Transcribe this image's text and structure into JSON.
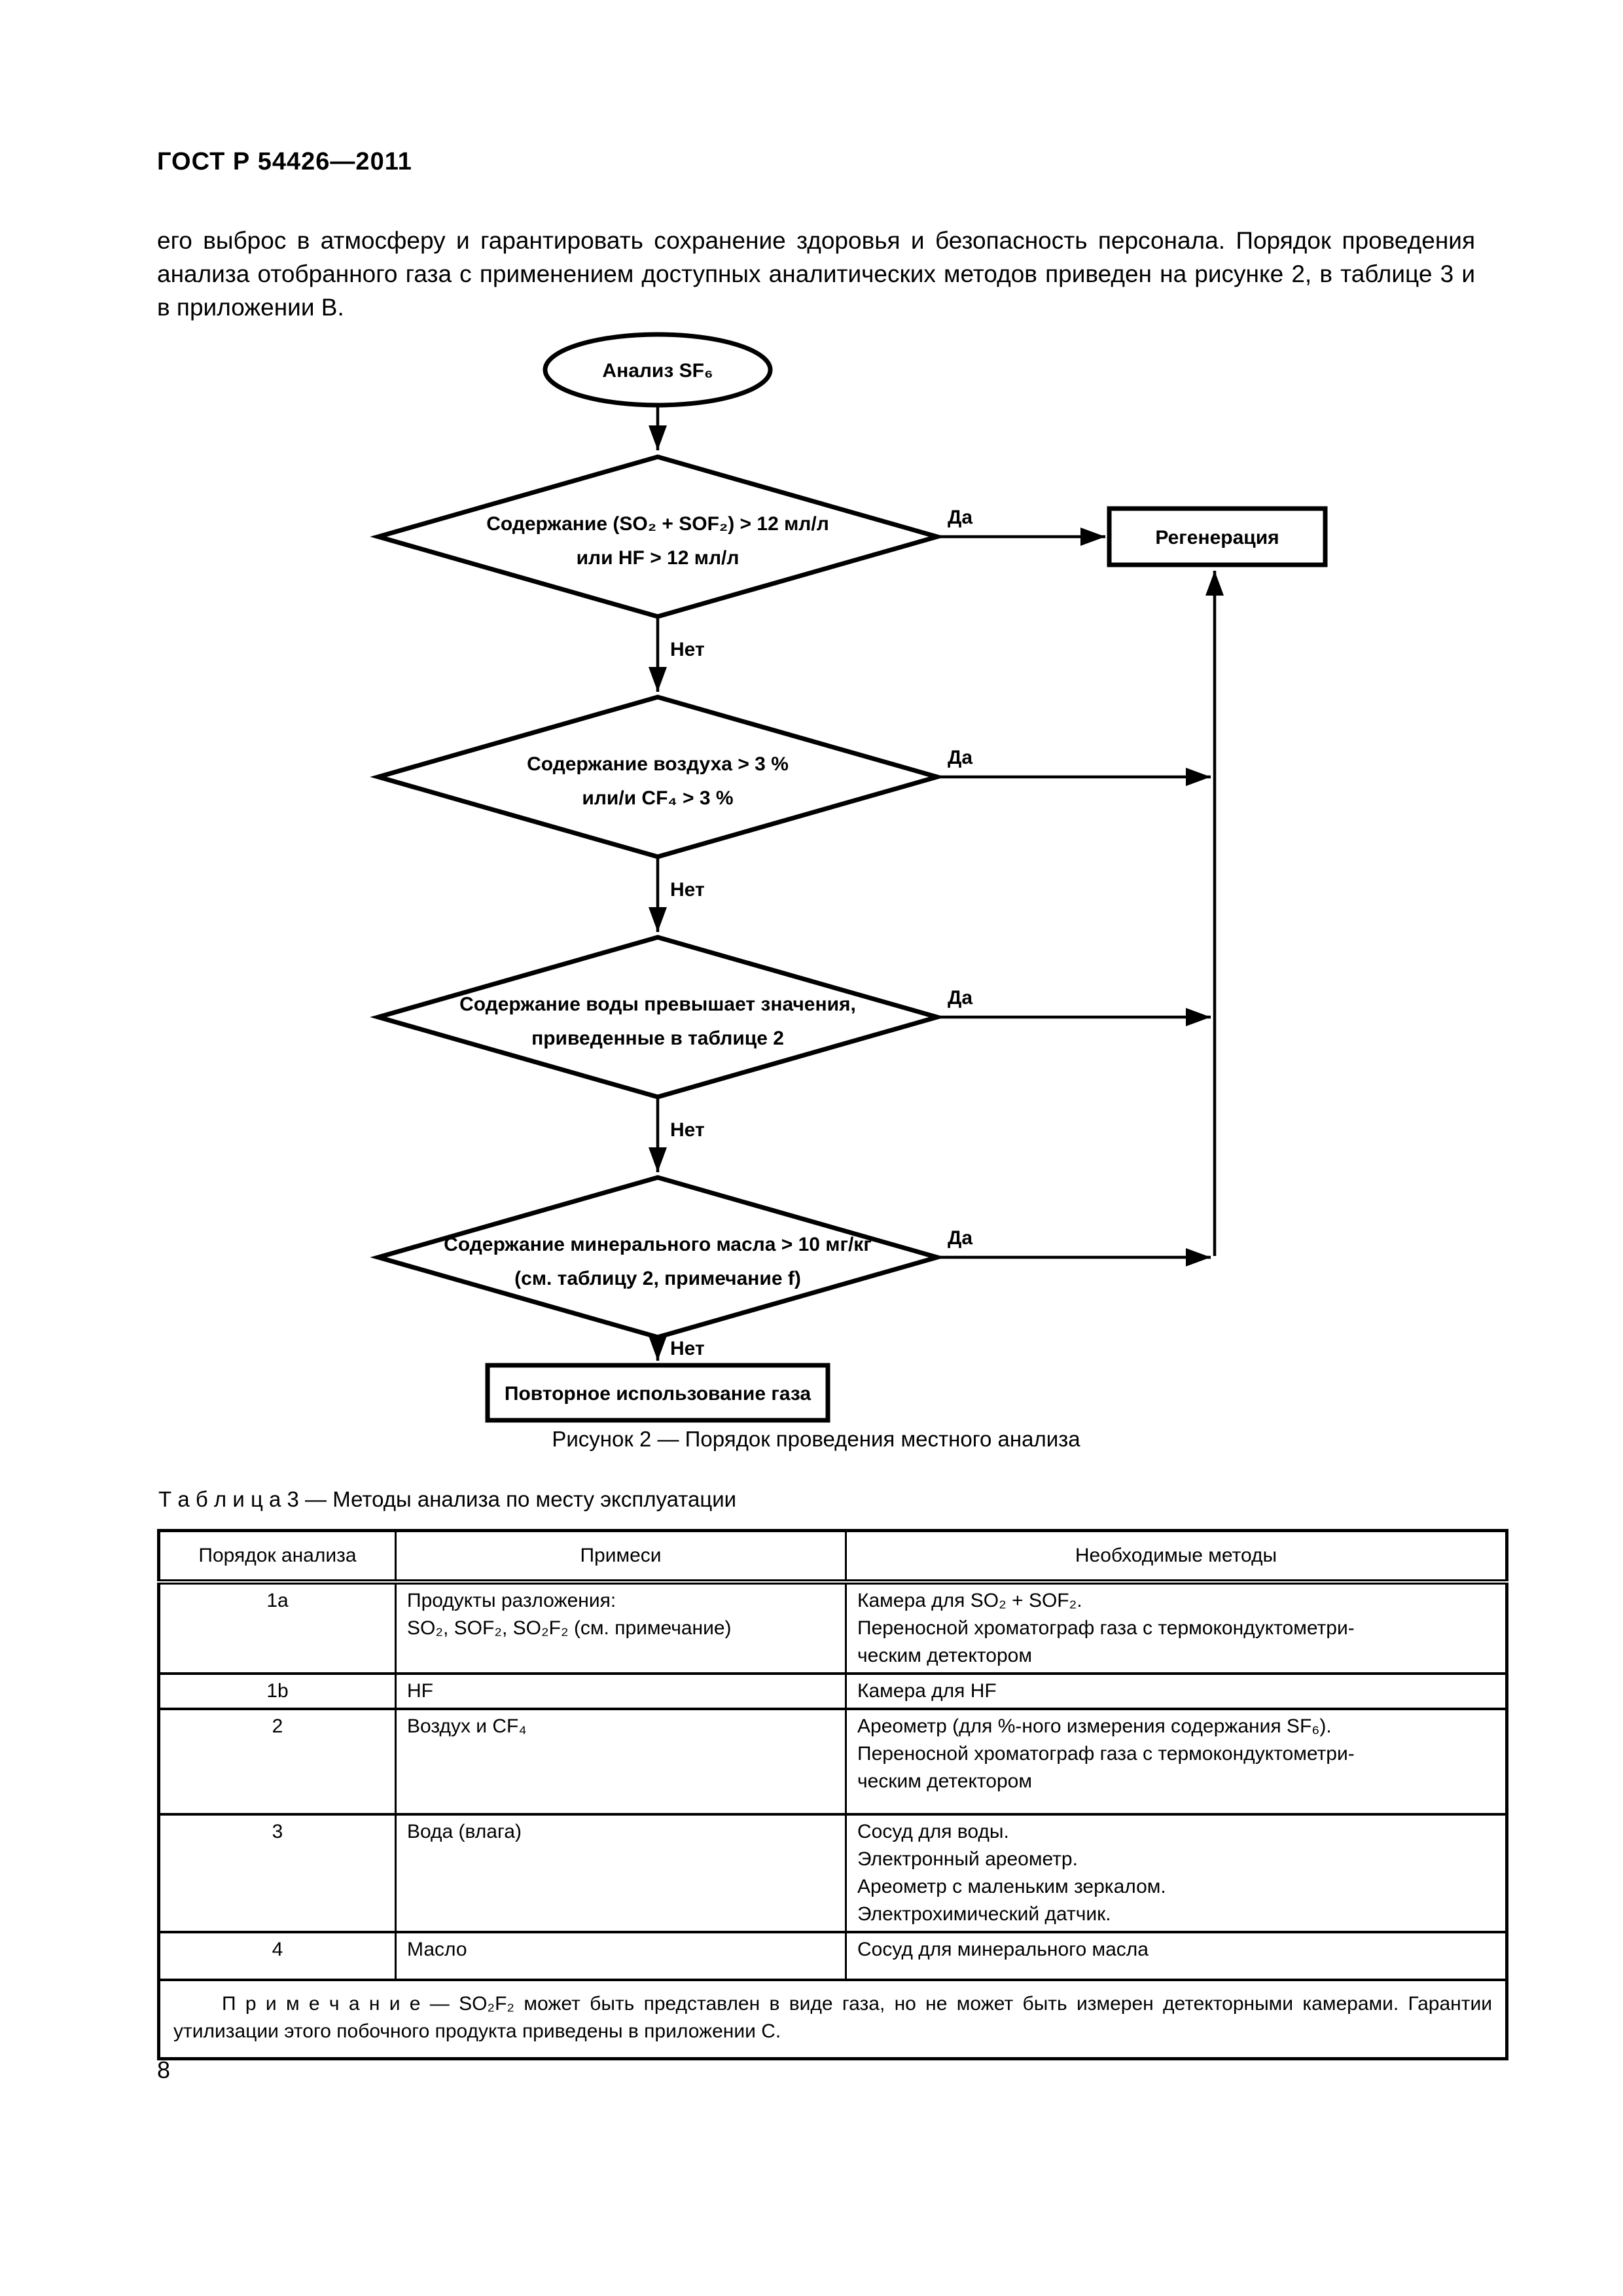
{
  "page": {
    "header": "ГОСТ Р 54426—2011",
    "intro_paragraph": "его выброс в атмосферу и гарантировать сохранение здоровья и безопасность персонала. Порядок проведения анализа отобранного газа с применением доступных аналитических методов приведен на рисунке 2, в таблице 3 и в приложении В.",
    "page_number": "8"
  },
  "flowchart": {
    "start_label": "Анализ SF₆",
    "yes_label": "Да",
    "no_label": "Нет",
    "decisions": [
      {
        "line1": "Содержание (SO₂ + SOF₂) > 12 мл/л",
        "line2": "или HF > 12 мл/л"
      },
      {
        "line1": "Содержание воздуха > 3 %",
        "line2": "или/и CF₄ > 3 %"
      },
      {
        "line1": "Содержание воды превышает значения,",
        "line2": "приведенные в таблице 2"
      },
      {
        "line1": "Содержание минерального масла > 10 мг/кг",
        "line2": "(см. таблицу 2, примечание f)"
      }
    ],
    "regeneration_label": "Регенерация",
    "reuse_label": "Повторное использование газа",
    "caption": "Рисунок 2 — Порядок проведения местного анализа"
  },
  "table": {
    "title": "Т а б л и ц а  3 — Методы анализа по месту эксплуатации",
    "headers": [
      "Порядок анализа",
      "Примеси",
      "Необходимые методы"
    ],
    "rows": [
      {
        "order": "1a",
        "impurity": "Продукты разложения:\nSO₂, SOF₂, SO₂F₂ (см. примечание)",
        "methods": "Камера для SO₂ + SOF₂.\nПереносной хроматограф газа с термокондуктометри-\nческим детектором"
      },
      {
        "order": "1b",
        "impurity": "HF",
        "methods": "Камера для HF"
      },
      {
        "order": "2",
        "impurity": "Воздух и CF₄",
        "methods": "Ареометр (для %-ного измерения содержания SF₆).\nПереносной хроматограф газа с термокондуктометри-\nческим детектором"
      },
      {
        "order": "3",
        "impurity": "Вода (влага)",
        "methods": "Сосуд для воды.\nЭлектронный ареометр.\nАреометр с маленьким зеркалом.\nЭлектрохимический датчик."
      },
      {
        "order": "4",
        "impurity": "Масло",
        "methods": "Сосуд для минерального масла"
      }
    ],
    "note": "П р и м е ч а н и е — SO₂F₂ может быть представлен в виде газа, но не может быть измерен детекторными камерами. Гарантии утилизации этого побочного продукта приведены в приложении С."
  }
}
